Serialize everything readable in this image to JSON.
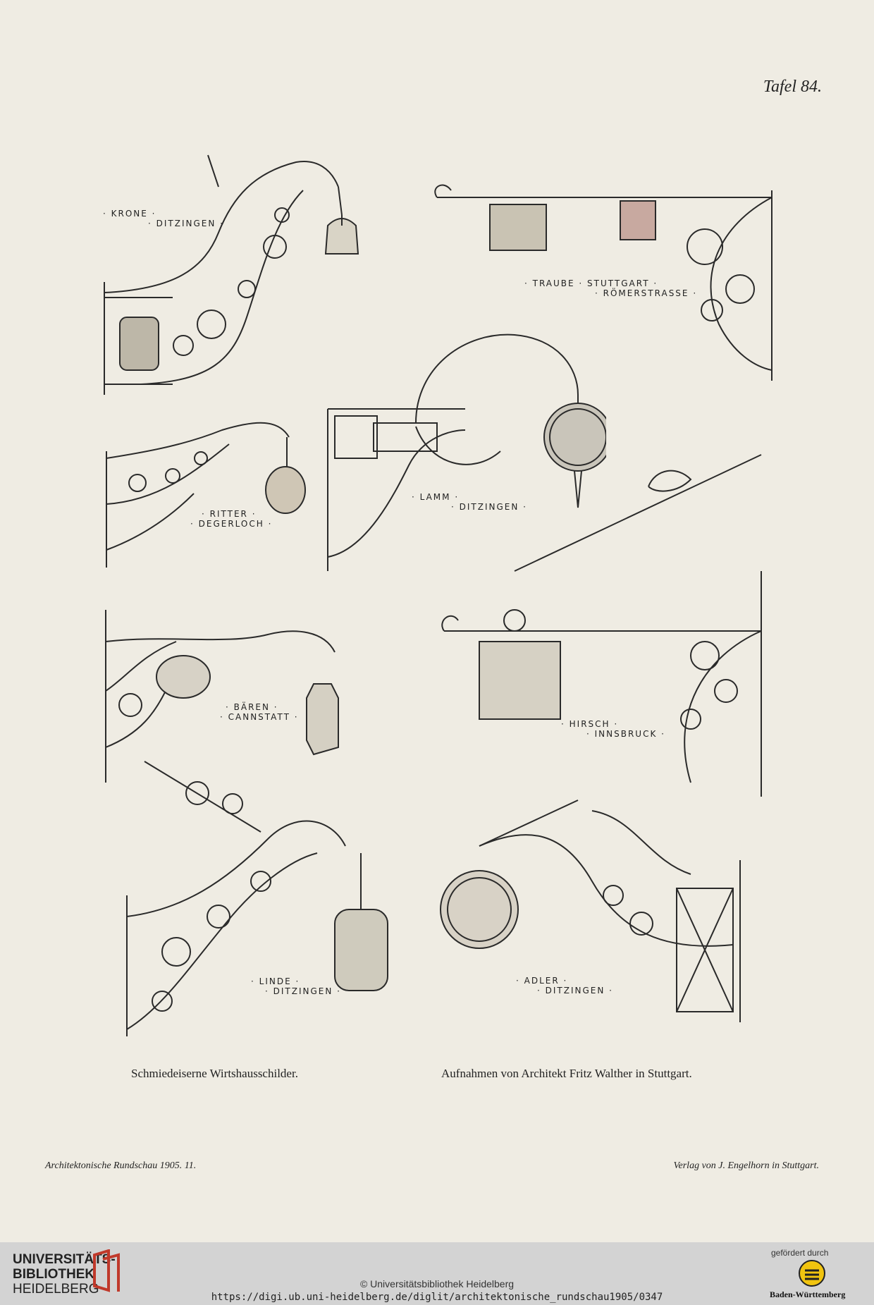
{
  "plate": {
    "number": "Tafel 84.",
    "caption_left": "Schmiedeiserne Wirtshausschilder.",
    "caption_right": "Aufnahmen von Architekt Fritz Walther in Stuttgart.",
    "footer_left": "Architektonische Rundschau 1905. 11.",
    "footer_right": "Verlag von J. Engelhorn in Stuttgart."
  },
  "signs": [
    {
      "line1": "· KRONE ·",
      "line2": "· DITZINGEN ·"
    },
    {
      "line1": "· TRAUBE · STUTTGART ·",
      "line2": "· RÖMERSTRASSE ·"
    },
    {
      "line1": "· RITTER ·",
      "line2": "· DEGERLOCH ·"
    },
    {
      "line1": "· LAMM ·",
      "line2": "· DITZINGEN ·"
    },
    {
      "line1": "· BÄREN ·",
      "line2": "· CANNSTATT ·"
    },
    {
      "line1": "· HIRSCH ·",
      "line2": "· INNSBRUCK ·"
    },
    {
      "line1": "· LINDE ·",
      "line2": "· DITZINGEN ·"
    },
    {
      "line1": "· ADLER ·",
      "line2": "· DITZINGEN ·"
    }
  ],
  "footer": {
    "library_name": [
      "UNIVERSITÄTS-",
      "BIBLIOTHEK",
      "HEIDELBERG"
    ],
    "copyright": "© Universitätsbibliothek Heidelberg",
    "url": "https://digi.ub.uni-heidelberg.de/diglit/architektonische_rundschau1905/0347",
    "funded_by": "gefördert durch",
    "funder": "Baden-Württemberg"
  },
  "colors": {
    "paper": "#efece3",
    "ink": "#2a2a2a",
    "footer_bar": "#d3d3d3",
    "ub_red": "#c0392b"
  }
}
